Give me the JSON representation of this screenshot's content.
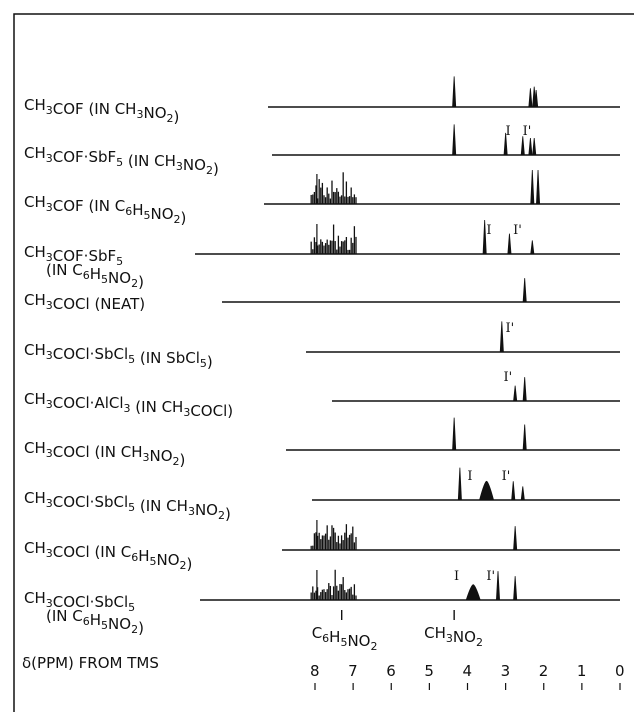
{
  "chart_data": {
    "type": "line",
    "title": "",
    "xlabel": "δ(PPM) FROM TMS",
    "ylabel": "",
    "xlim": [
      8.3,
      0
    ],
    "x_ticks": [
      "8",
      "7",
      "6",
      "5",
      "4",
      "3",
      "2",
      "1",
      "0"
    ],
    "grid": false,
    "solvent_refs": [
      {
        "label": "C6H5NO2",
        "x": 7.3
      },
      {
        "label": "CH3NO2",
        "x": 4.35
      }
    ],
    "spectra": [
      {
        "label": "CH3COF (IN CH3NO2)",
        "sub_label": "",
        "peaks": [
          {
            "x": 4.35,
            "h": 0.9
          },
          {
            "x": 2.35,
            "h": 0.55
          },
          {
            "x": 2.25,
            "h": 0.6
          },
          {
            "x": 2.2,
            "h": 0.5
          }
        ],
        "aromatic": false,
        "annotations": []
      },
      {
        "label": "CH3COF·SbF5 (IN CH3NO2)",
        "sub_label": "",
        "peaks": [
          {
            "x": 4.35,
            "h": 0.9
          },
          {
            "x": 3.0,
            "h": 0.65
          },
          {
            "x": 2.55,
            "h": 0.55
          },
          {
            "x": 2.35,
            "h": 0.5
          },
          {
            "x": 2.25,
            "h": 0.5
          }
        ],
        "aromatic": false,
        "annotations": [
          {
            "label": "I",
            "x": 2.9
          },
          {
            "label": "I'",
            "x": 2.45
          }
        ]
      },
      {
        "label": "CH3COF (IN C6H5NO2)",
        "sub_label": "",
        "peaks": [
          {
            "x": 2.3,
            "h": 1.0
          },
          {
            "x": 2.15,
            "h": 1.0
          }
        ],
        "aromatic": true,
        "annotations": []
      },
      {
        "label": "CH3COF·SbF5",
        "sub_label": "(IN C6H5NO2)",
        "peaks": [
          {
            "x": 3.55,
            "h": 1.0
          },
          {
            "x": 2.9,
            "h": 0.6
          },
          {
            "x": 2.3,
            "h": 0.4
          }
        ],
        "aromatic": true,
        "annotations": [
          {
            "label": "I",
            "x": 3.4
          },
          {
            "label": "I'",
            "x": 2.7
          }
        ]
      },
      {
        "label": "CH3COCl (NEAT)",
        "sub_label": "",
        "peaks": [
          {
            "x": 2.5,
            "h": 0.7
          }
        ],
        "aromatic": false,
        "annotations": []
      },
      {
        "label": "CH3COCl·SbCl5 (IN SbCl5)",
        "sub_label": "",
        "peaks": [
          {
            "x": 3.1,
            "h": 0.9
          }
        ],
        "aromatic": false,
        "annotations": [
          {
            "label": "I'",
            "x": 2.9
          }
        ]
      },
      {
        "label": "CH3COCl·AlCl3 (IN CH3COCl)",
        "sub_label": "",
        "peaks": [
          {
            "x": 2.75,
            "h": 0.45
          },
          {
            "x": 2.5,
            "h": 0.7
          }
        ],
        "aromatic": false,
        "annotations": [
          {
            "label": "I'",
            "x": 2.95
          }
        ]
      },
      {
        "label": "CH3COCl (IN CH3NO2)",
        "sub_label": "",
        "peaks": [
          {
            "x": 4.35,
            "h": 0.95
          },
          {
            "x": 2.5,
            "h": 0.75
          }
        ],
        "aromatic": false,
        "annotations": []
      },
      {
        "label": "CH3COCl·SbCl5 (IN CH3NO2)",
        "sub_label": "",
        "peaks": [
          {
            "x": 4.2,
            "h": 0.95
          },
          {
            "x": 3.5,
            "h": 0.55,
            "broad": true
          },
          {
            "x": 2.8,
            "h": 0.55
          },
          {
            "x": 2.55,
            "h": 0.4
          }
        ],
        "aromatic": false,
        "annotations": [
          {
            "label": "I",
            "x": 3.9
          },
          {
            "label": "I'",
            "x": 3.0
          }
        ]
      },
      {
        "label": "CH3COCl (IN C6H5NO2)",
        "sub_label": "",
        "peaks": [
          {
            "x": 2.75,
            "h": 0.7
          }
        ],
        "aromatic": true,
        "annotations": []
      },
      {
        "label": "CH3COCl·SbCl5",
        "sub_label": "(IN C6H5NO2)",
        "peaks": [
          {
            "x": 3.85,
            "h": 0.45,
            "broad": true
          },
          {
            "x": 3.2,
            "h": 0.85
          },
          {
            "x": 2.75,
            "h": 0.7
          }
        ],
        "aromatic": true,
        "annotations": [
          {
            "label": "I",
            "x": 4.25
          },
          {
            "label": "I'",
            "x": 3.4
          }
        ]
      }
    ]
  }
}
